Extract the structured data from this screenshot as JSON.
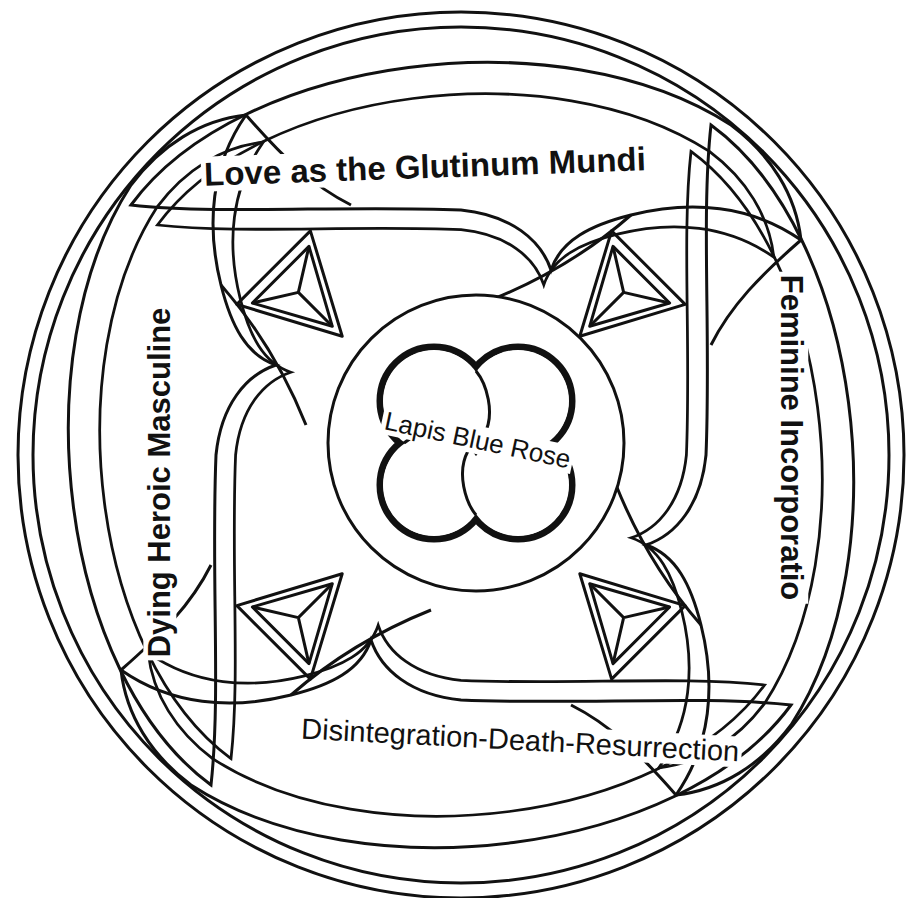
{
  "diagram": {
    "nodes": [
      {
        "text": [
          "Love as the Glutinum Mundi"
        ]
      },
      {
        "text": [
          "Feminine Incorporatio"
        ]
      },
      {
        "text": [
          "Disintegration-Death-Resurrection"
        ]
      },
      {
        "text": [
          "Dying Heroic Masculine"
        ]
      },
      {
        "text": [
          "Lapis Blue Rose"
        ]
      }
    ]
  }
}
